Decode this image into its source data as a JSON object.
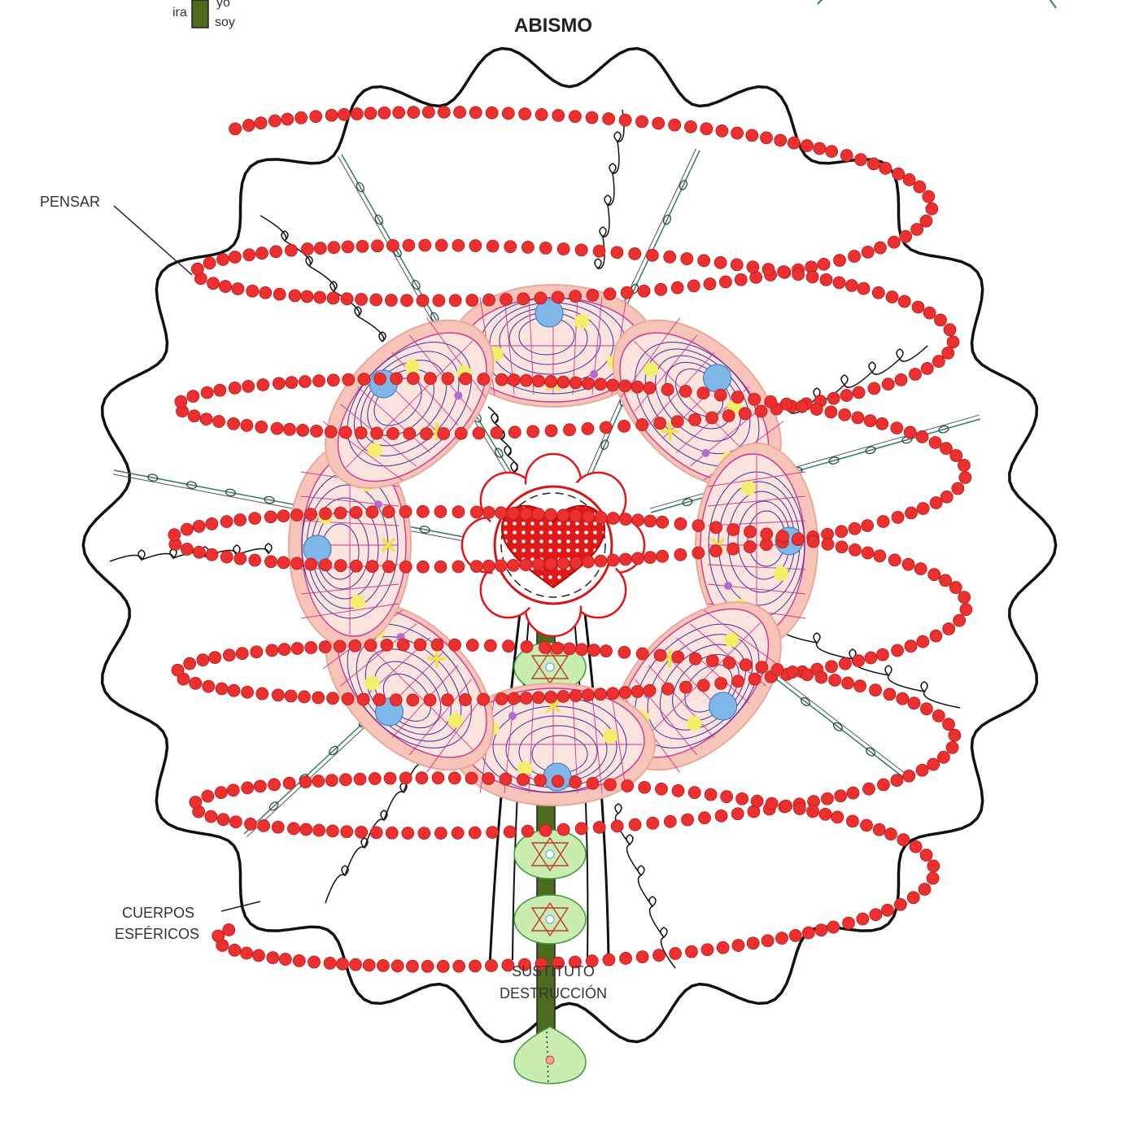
{
  "header": {
    "title": "ABISMO",
    "legend_left": "ira",
    "legend_right_1": "yo",
    "legend_right_2": "soy"
  },
  "labels": {
    "pensar": "PENSAR",
    "cuerpos_1": "CUERPOS",
    "cuerpos_2": "ESFÉRICOS",
    "sustituto": "SUSTITUTO",
    "destruccion": "DESTRUCCIÓN"
  },
  "colors": {
    "outline": "#111111",
    "beads": "#ec2f2f",
    "petal_fill": "#f6c4b8",
    "petal_lines": "#d0348e",
    "petal_spirals": "#3a2fa0",
    "spots": "#f5ee6a",
    "sky_blue": "#7fb8e8",
    "teal_ropes": "#2e7d6e",
    "stem": "#4d6b1e",
    "green_nodes": "#c9ecb0",
    "heart": "#e01818"
  }
}
